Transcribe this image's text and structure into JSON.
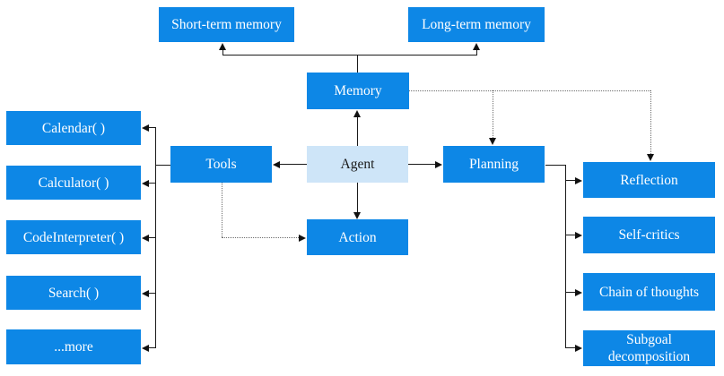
{
  "diagram": {
    "nodes": {
      "short_term_memory": {
        "label": "Short-term memory"
      },
      "long_term_memory": {
        "label": "Long-term memory"
      },
      "memory": {
        "label": "Memory"
      },
      "tools": {
        "label": "Tools"
      },
      "agent": {
        "label": "Agent"
      },
      "planning": {
        "label": "Planning"
      },
      "action": {
        "label": "Action"
      },
      "calendar": {
        "label": "Calendar( )"
      },
      "calculator": {
        "label": "Calculator( )"
      },
      "code_interpreter": {
        "label": "CodeInterpreter( )"
      },
      "search": {
        "label": "Search( )"
      },
      "more": {
        "label": "...more"
      },
      "reflection": {
        "label": "Reflection"
      },
      "self_critics": {
        "label": "Self-critics"
      },
      "chain_of_thoughts": {
        "label": "Chain of thoughts"
      },
      "subgoal_decomposition": {
        "label": "Subgoal decomposition"
      }
    },
    "colors": {
      "node_fill": "#0d87e6",
      "agent_fill": "#cee5f8",
      "node_text": "#ffffff",
      "agent_text": "#1a1a1a",
      "solid_edge": "#111111",
      "dotted_edge": "#6e6e6e",
      "background": "#ffffff"
    },
    "edges": [
      {
        "from": "memory",
        "to": "short_term_memory",
        "style": "solid"
      },
      {
        "from": "memory",
        "to": "long_term_memory",
        "style": "solid"
      },
      {
        "from": "agent",
        "to": "memory",
        "style": "solid"
      },
      {
        "from": "agent",
        "to": "tools",
        "style": "solid"
      },
      {
        "from": "agent",
        "to": "planning",
        "style": "solid"
      },
      {
        "from": "agent",
        "to": "action",
        "style": "solid"
      },
      {
        "from": "tools",
        "to": "calendar",
        "style": "solid"
      },
      {
        "from": "tools",
        "to": "calculator",
        "style": "solid"
      },
      {
        "from": "tools",
        "to": "code_interpreter",
        "style": "solid"
      },
      {
        "from": "tools",
        "to": "search",
        "style": "solid"
      },
      {
        "from": "tools",
        "to": "more",
        "style": "solid"
      },
      {
        "from": "planning",
        "to": "reflection",
        "style": "solid"
      },
      {
        "from": "planning",
        "to": "self_critics",
        "style": "solid"
      },
      {
        "from": "planning",
        "to": "chain_of_thoughts",
        "style": "solid"
      },
      {
        "from": "planning",
        "to": "subgoal_decomposition",
        "style": "solid"
      },
      {
        "from": "memory",
        "to": "planning",
        "style": "dotted"
      },
      {
        "from": "memory",
        "to": "reflection",
        "style": "dotted"
      },
      {
        "from": "tools",
        "to": "action",
        "style": "dotted"
      }
    ]
  }
}
